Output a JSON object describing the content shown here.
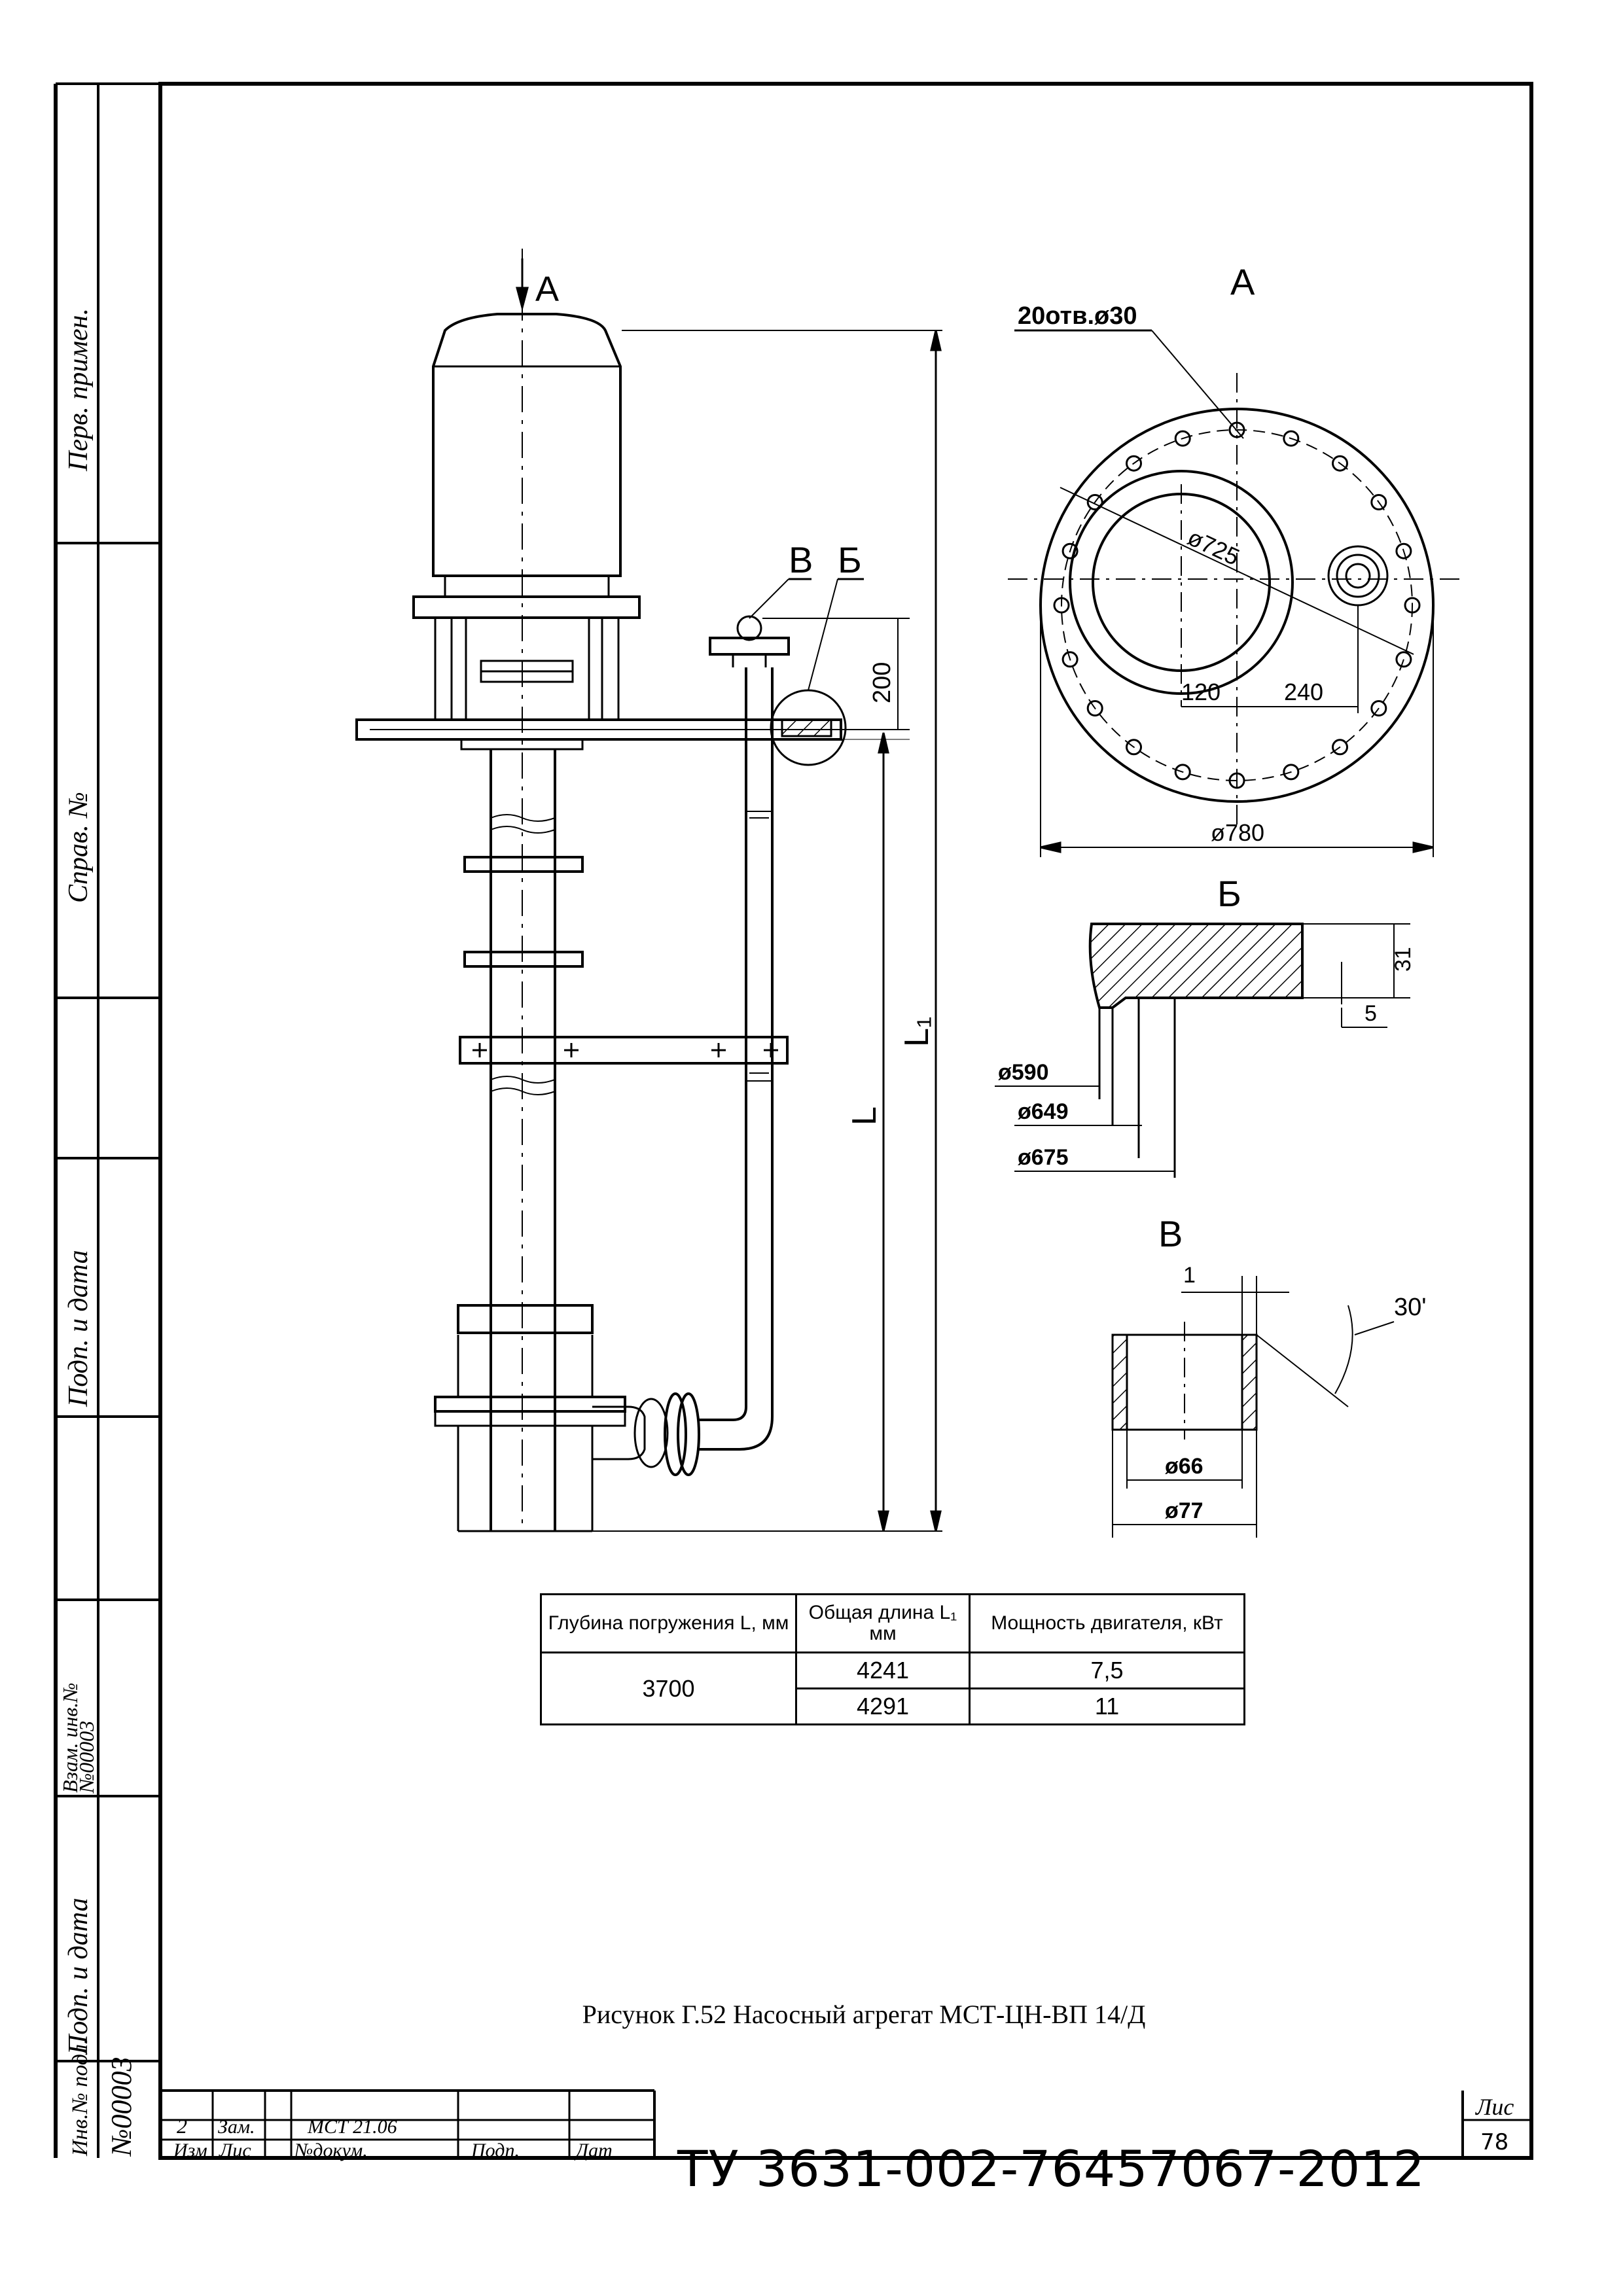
{
  "side_stamps": {
    "perv_primen": "Перв. примен.",
    "sprav_no": "Справ. №",
    "podp_data_1": "Подп. и дата",
    "vzam_inv": "Взам. инв.№",
    "vzam_inv_value": "№00003",
    "podp_data_2": "Подп. и дата",
    "inv_podl": "Инв.№ подл.",
    "inv_podl_value": "№00003"
  },
  "views": {
    "a_arrow": "A",
    "b_label": "В",
    "b_cyr_label": "Б",
    "dim_200": "200",
    "dim_L": "L",
    "dim_L1": "L₁"
  },
  "view_a": {
    "title": "A",
    "holes_note": "20отв.ø30",
    "d725": "ø725",
    "d120": "120",
    "d240": "240",
    "d780": "ø780"
  },
  "view_b_cyr": {
    "title": "Б",
    "d31": "31",
    "d5": "5",
    "d590": "ø590",
    "d649": "ø649",
    "d675": "ø675"
  },
  "view_v": {
    "title": "В",
    "d1": "1",
    "angle": "30'",
    "d66": "ø66",
    "d77": "ø77"
  },
  "table": {
    "headers": [
      "Глубина погружения L, мм",
      "Общая длина L₁ мм",
      "Мощность двигателя, кВт"
    ],
    "depth": "3700",
    "rows": [
      {
        "length": "4241",
        "power": "7,5"
      },
      {
        "length": "4291",
        "power": "11"
      }
    ]
  },
  "caption": "Рисунок Г.52 Насосный агрегат МСТ-ЦН-ВП 14/Д",
  "title_block": {
    "row1": {
      "change": "2",
      "type": "Зам.",
      "doc": "МСТ 21.06"
    },
    "row2": {
      "izm": "Изм",
      "list": "Лис",
      "doc": "№докум.",
      "podp": "Подп.",
      "data": "Дат"
    },
    "doc_number": "ТУ 3631-002-76457067-2012",
    "sheet_label": "Лис",
    "sheet_number": "78"
  }
}
